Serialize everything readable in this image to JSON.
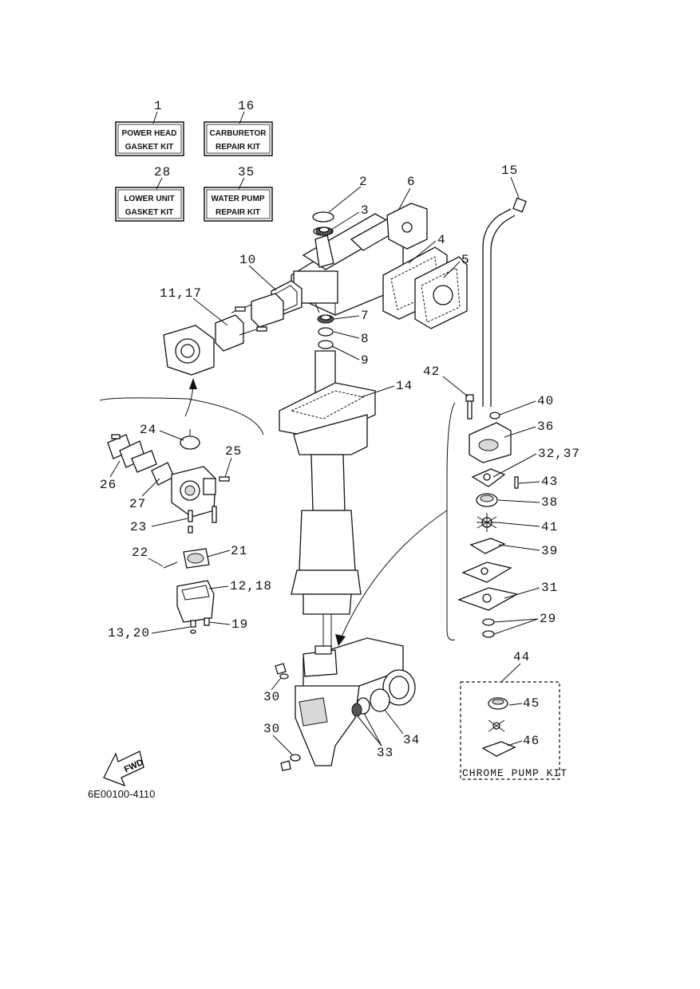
{
  "kits": [
    {
      "number": "1",
      "line1": "POWER HEAD",
      "line2": "GASKET KIT"
    },
    {
      "number": "16",
      "line1": "CARBURETOR",
      "line2": "REPAIR KIT"
    },
    {
      "number": "28",
      "line1": "LOWER UNIT",
      "line2": "GASKET KIT"
    },
    {
      "number": "35",
      "line1": "WATER PUMP",
      "line2": "REPAIR KIT"
    }
  ],
  "callouts": {
    "c2": "2",
    "c3": "3",
    "c4": "4",
    "c5": "5",
    "c6": "6",
    "c7": "7",
    "c8": "8",
    "c9": "9",
    "c10": "10",
    "c11_17": "11,17",
    "c12_18": "12,18",
    "c13_20": "13,20",
    "c14": "14",
    "c15": "15",
    "c19": "19",
    "c21": "21",
    "c22": "22",
    "c23": "23",
    "c24": "24",
    "c25": "25",
    "c26": "26",
    "c27": "27",
    "c29": "29",
    "c30a": "30",
    "c30b": "30",
    "c31": "31",
    "c32_37": "32,37",
    "c33": "33",
    "c34": "34",
    "c36": "36",
    "c38": "38",
    "c39": "39",
    "c40": "40",
    "c41": "41",
    "c42": "42",
    "c43": "43",
    "c44": "44",
    "c45": "45",
    "c46": "46"
  },
  "chrome_kit_label": "CHROME PUMP KIT",
  "fwd_label": "FWD",
  "document_code": "6E00100-4110"
}
